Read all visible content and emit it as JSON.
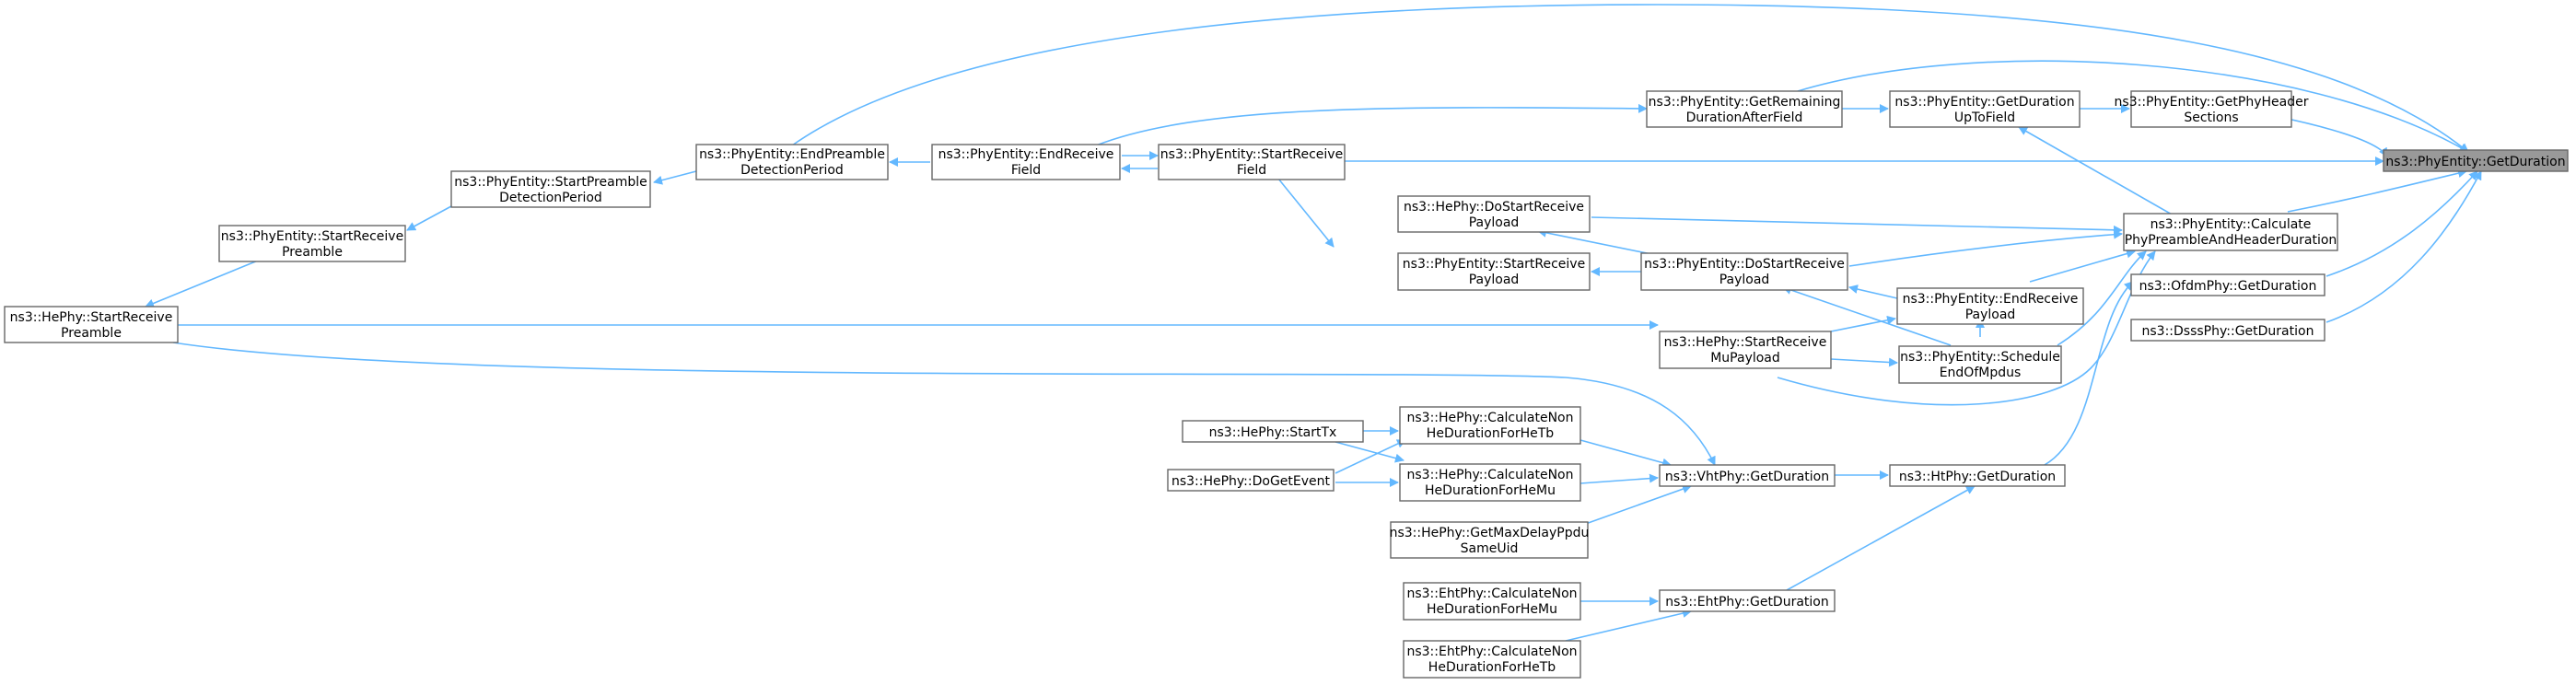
{
  "colors": {
    "edge": "#63b8ff",
    "node_border": "#666666",
    "root_fill": "#999999",
    "node_fill": "#ffffff"
  },
  "nodes": {
    "root": [
      "ns3::PhyEntity::GetDuration"
    ],
    "getPhyHeaderSections": [
      "ns3::PhyEntity::GetPhyHeader",
      "Sections"
    ],
    "getDurationUpToField": [
      "ns3::PhyEntity::GetDuration",
      "UpToField"
    ],
    "getRemaining": [
      "ns3::PhyEntity::GetRemaining",
      "DurationAfterField"
    ],
    "startReceiveField": [
      "ns3::PhyEntity::StartReceive",
      "Field"
    ],
    "endReceiveField": [
      "ns3::PhyEntity::EndReceive",
      "Field"
    ],
    "endPreamble": [
      "ns3::PhyEntity::EndPreamble",
      "DetectionPeriod"
    ],
    "startPreambleDetection": [
      "ns3::PhyEntity::StartPreamble",
      "DetectionPeriod"
    ],
    "startReceivePreamble": [
      "ns3::PhyEntity::StartReceive",
      "Preamble"
    ],
    "hePhyStartReceivePreamble": [
      "ns3::HePhy::StartReceive",
      "Preamble"
    ],
    "calculatePreamble": [
      "ns3::PhyEntity::Calculate",
      "PhyPreambleAndHeaderDuration"
    ],
    "hePhyDoStartReceivePayload": [
      "ns3::HePhy::DoStartReceive",
      "Payload"
    ],
    "phyEntityStartReceivePayload": [
      "ns3::PhyEntity::StartReceive",
      "Payload"
    ],
    "phyEntityDoStartReceivePayload": [
      "ns3::PhyEntity::DoStartReceive",
      "Payload"
    ],
    "endReceivePayload": [
      "ns3::PhyEntity::EndReceive",
      "Payload"
    ],
    "hePhyStartReceiveMu": [
      "ns3::HePhy::StartReceive",
      "MuPayload"
    ],
    "scheduleEndOfMpdus": [
      "ns3::PhyEntity::Schedule",
      "EndOfMpdus"
    ],
    "ofdmGetDuration": [
      "ns3::OfdmPhy::GetDuration"
    ],
    "dsssGetDuration": [
      "ns3::DsssPhy::GetDuration"
    ],
    "htGetDuration": [
      "ns3::HtPhy::GetDuration"
    ],
    "vhtGetDuration": [
      "ns3::VhtPhy::GetDuration"
    ],
    "calcNonHeTb": [
      "ns3::HePhy::CalculateNon",
      "HeDurationForHeTb"
    ],
    "calcNonHeMu": [
      "ns3::HePhy::CalculateNon",
      "HeDurationForHeMu"
    ],
    "startTx": [
      "ns3::HePhy::StartTx"
    ],
    "doGetEvent": [
      "ns3::HePhy::DoGetEvent"
    ],
    "getMaxDelay": [
      "ns3::HePhy::GetMaxDelayPpdu",
      "SameUid"
    ],
    "ehtGetDuration": [
      "ns3::EhtPhy::GetDuration"
    ],
    "ehtCalcMu": [
      "ns3::EhtPhy::CalculateNon",
      "HeDurationForHeMu"
    ],
    "ehtCalcTb": [
      "ns3::EhtPhy::CalculateNon",
      "HeDurationForHeTb"
    ]
  }
}
